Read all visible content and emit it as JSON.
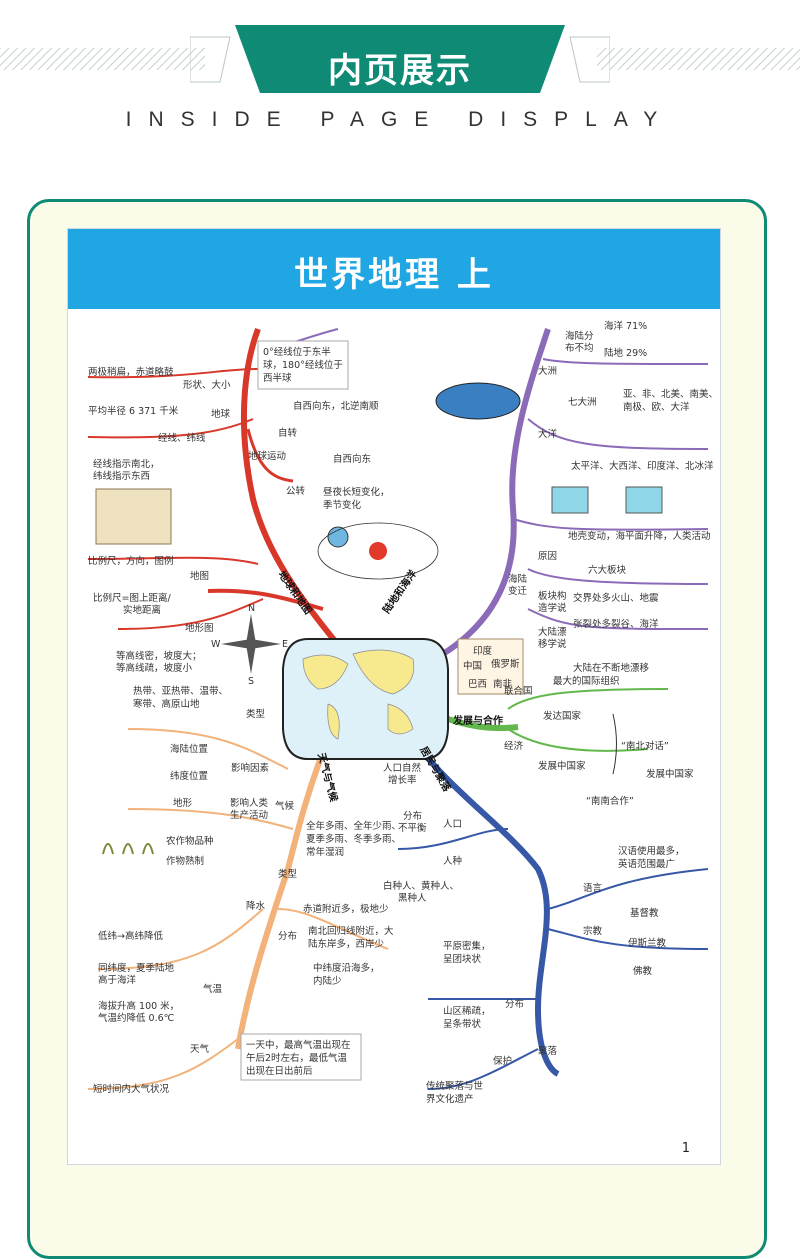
{
  "header": {
    "title": "内页展示",
    "subtitle": "INSIDE PAGE DISPLAY"
  },
  "page": {
    "title": "世界地理   上",
    "page_number": "1",
    "colors": {
      "accent": "#21a6e4",
      "frame": "#0e8a75",
      "earth": "#d8382a",
      "land_sea": "#8b6bb8",
      "development": "#62b84a",
      "population": "#3658a6",
      "climate": "#f2b27a"
    }
  },
  "mindmap": {
    "center_icon": "world-map",
    "earth": {
      "branch": "地球和地图",
      "node_earth": "地球",
      "shape": "形状、大小",
      "shape_detail": "两极稍扁，赤道略鼓",
      "radius": "平均半径 6 371 千米",
      "lines": "经线、纬线",
      "lines_detail": [
        "经线指示南北，",
        "纬线指示东西"
      ],
      "callout": [
        "0°经线位于东半",
        "球，180°经线位于",
        "西半球"
      ],
      "motion": "地球运动",
      "rotation": "自转",
      "rotation_detail": "自西向东，北逆南顺",
      "revolution": "公转",
      "revolution_dir": "自西向东",
      "revolution_effect": [
        "昼夜长短变化，",
        "季节变化"
      ],
      "map": "地图",
      "map_elements": "比例尺，方向，图例",
      "scale": [
        "比例尺=图上距离/",
        "实地距离"
      ],
      "terrain_map": "地形图",
      "contour": [
        "等高线密，坡度大；",
        "等高线疏，坡度小"
      ],
      "compass": [
        "N",
        "E",
        "S",
        "W"
      ]
    },
    "land_sea": {
      "branch": "陆地和海洋",
      "continents_oceans": "大洲",
      "distribution": [
        "海陆分",
        "布不均"
      ],
      "ocean_pct": "海洋 71%",
      "land_pct": "陆地 29%",
      "seven_continents": "七大洲",
      "seven_detail": [
        "亚、非、北美、南美、",
        "南极、欧、大洋"
      ],
      "oceans": "大洋",
      "four_oceans": "太平洋、大西洋、印度洋、北冰洋",
      "change": [
        "海陆",
        "变迁"
      ],
      "cause": "原因",
      "cause_detail": "地壳变动，海平面升降，人类活动",
      "plate": [
        "板块构",
        "造学说"
      ],
      "six_plates": "六大板块",
      "boundary": "交界处多火山、地震",
      "crack": "张裂处多裂谷、海洋",
      "drift": [
        "大陆漂",
        "移学说"
      ],
      "drift_detail": "大陆在不断地漂移",
      "plate_names": [
        "印度",
        "中国",
        "俄罗斯",
        "巴西",
        "南非"
      ]
    },
    "development": {
      "branch": "发展与合作",
      "un": "联合国",
      "un_detail": "最大的国际组织",
      "economy": "经济",
      "developed": "发达国家",
      "developing": "发展中国家",
      "north_south": "“南北对话”",
      "developing2": "发展中国家",
      "south_south": "“南南合作”"
    },
    "population": {
      "branch": "居民与聚落",
      "population": "人口",
      "natural_growth": [
        "人口自然",
        "增长率"
      ],
      "uneven": [
        "分布",
        "不平衡"
      ],
      "race": "人种",
      "race_detail": [
        "白种人、黄种人、",
        "黑种人"
      ],
      "language": "语言",
      "language_detail": [
        "汉语使用最多，",
        "英语范围最广"
      ],
      "religion": "宗教",
      "christianity": "基督教",
      "islam": "伊斯兰教",
      "buddhism": "佛教",
      "settlement": "聚落",
      "distribution": "分布",
      "plain": [
        "平原密集，",
        "呈团块状"
      ],
      "mountain": [
        "山区稀疏，",
        "呈条带状"
      ],
      "protect": "保护",
      "heritage": [
        "传统聚落与世",
        "界文化遗产"
      ]
    },
    "climate": {
      "branch": "天气与气候",
      "climate": "气候",
      "types": "类型",
      "types_detail": [
        "热带、亚热带、温带、",
        "寒带、高原山地"
      ],
      "factors": "影响因素",
      "sea_land": "海陆位置",
      "latitude": "纬度位置",
      "terrain": "地形",
      "human": [
        "影响人类",
        "生产活动"
      ],
      "crops": "农作物品种",
      "maturity": "作物熟制",
      "precipitation": "降水",
      "precip_types": "类型",
      "precip_types_detail": [
        "全年多雨、全年少雨、",
        "夏季多雨、冬季多雨、",
        "常年湿润"
      ],
      "precip_dist": "分布",
      "equator": "赤道附近多，极地少",
      "tropic": [
        "南北回归线附近，大",
        "陆东岸多，西岸少"
      ],
      "midlat": [
        "中纬度沿海多，",
        "内陆少"
      ],
      "temperature": "气温",
      "temp_lat": "低纬→高纬降低",
      "temp_sea": [
        "同纬度，夏季陆地",
        "高于海洋"
      ],
      "temp_alt": [
        "海拔升高 100 米，",
        "气温约降低 0.6℃"
      ],
      "temp_callout": [
        "一天中，最高气温出现在",
        "午后2时左右，最低气温",
        "出现在日出前后"
      ],
      "weather": "天气",
      "weather_detail": "短时间内大气状况"
    }
  }
}
